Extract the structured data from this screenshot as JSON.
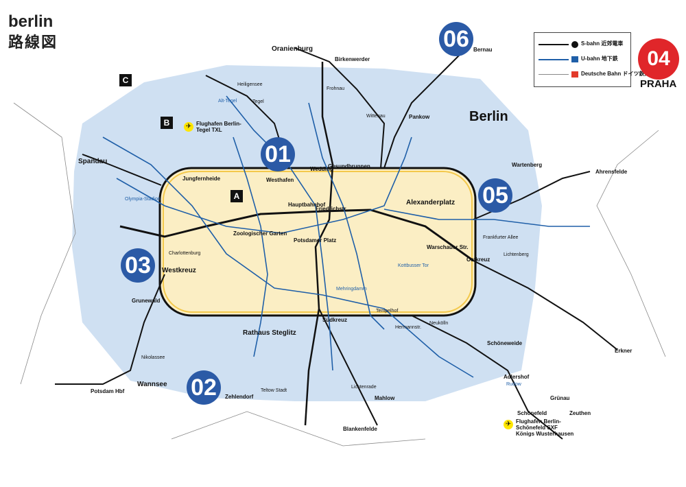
{
  "title": {
    "en": "berlin",
    "jp": "路線図"
  },
  "page_badge": {
    "number": "04",
    "city": "PRAHA"
  },
  "legend": [
    {
      "label": "S-bahn 近郊電車",
      "kind": "sbahn"
    },
    {
      "label": "U-bahn 地下鉄",
      "kind": "ubahn"
    },
    {
      "label": "Deutsche Bahn ドイツ鉄道",
      "kind": "db"
    }
  ],
  "zones": {
    "a": "A",
    "b": "B",
    "c": "C"
  },
  "city_label": "Berlin",
  "section_numbers": [
    "01",
    "02",
    "03",
    "05",
    "06"
  ],
  "airports": [
    {
      "name": "Flughafen Berlin-Tegel TXL"
    },
    {
      "name": "Flughafen Berlin-Schönefeld SXF"
    }
  ],
  "colors": {
    "sbahn": "#111111",
    "ubahn": "#1f5fa8",
    "db": "#e23a2a",
    "zone_c": "#cfe0f2",
    "zone_a": "#fbeec4"
  },
  "stations": [
    "Spandau",
    "Westkreuz",
    "Zoologischer Garten",
    "Friedrichstr.",
    "Alexanderplatz",
    "Potsdamer Platz",
    "Ostkreuz",
    "Gesundbrunnen",
    "Südkreuz",
    "Rathaus Steglitz",
    "Oranienburg",
    "Wannsee",
    "Potsdam Hbf",
    "Schönefeld",
    "Pankow",
    "Wedding",
    "Westhafen",
    "Jungfernheide",
    "Charlottenburg",
    "Hauptbahnhof",
    "Tegel",
    "Alt-Tegel",
    "Olympia-Stadion",
    "Wittenau",
    "Birkenwerder",
    "Bernau",
    "Ahrensfelde",
    "Wartenberg",
    "Erkner",
    "Königs Wusterhausen",
    "Zeuthen",
    "Grünau",
    "Adlershof",
    "Schöneweide",
    "Neukölln",
    "Hermannstr.",
    "Tempelhof",
    "Mehringdamm",
    "Kottbusser Tor",
    "Warschauer Str.",
    "Frankfurter Allee",
    "Lichtenberg",
    "Rudow",
    "Zehlendorf",
    "Nikolassee",
    "Grunewald",
    "Heiligensee",
    "Frohnau",
    "Lichtenrade",
    "Teltow Stadt",
    "Mahlow",
    "Blankenfelde"
  ]
}
